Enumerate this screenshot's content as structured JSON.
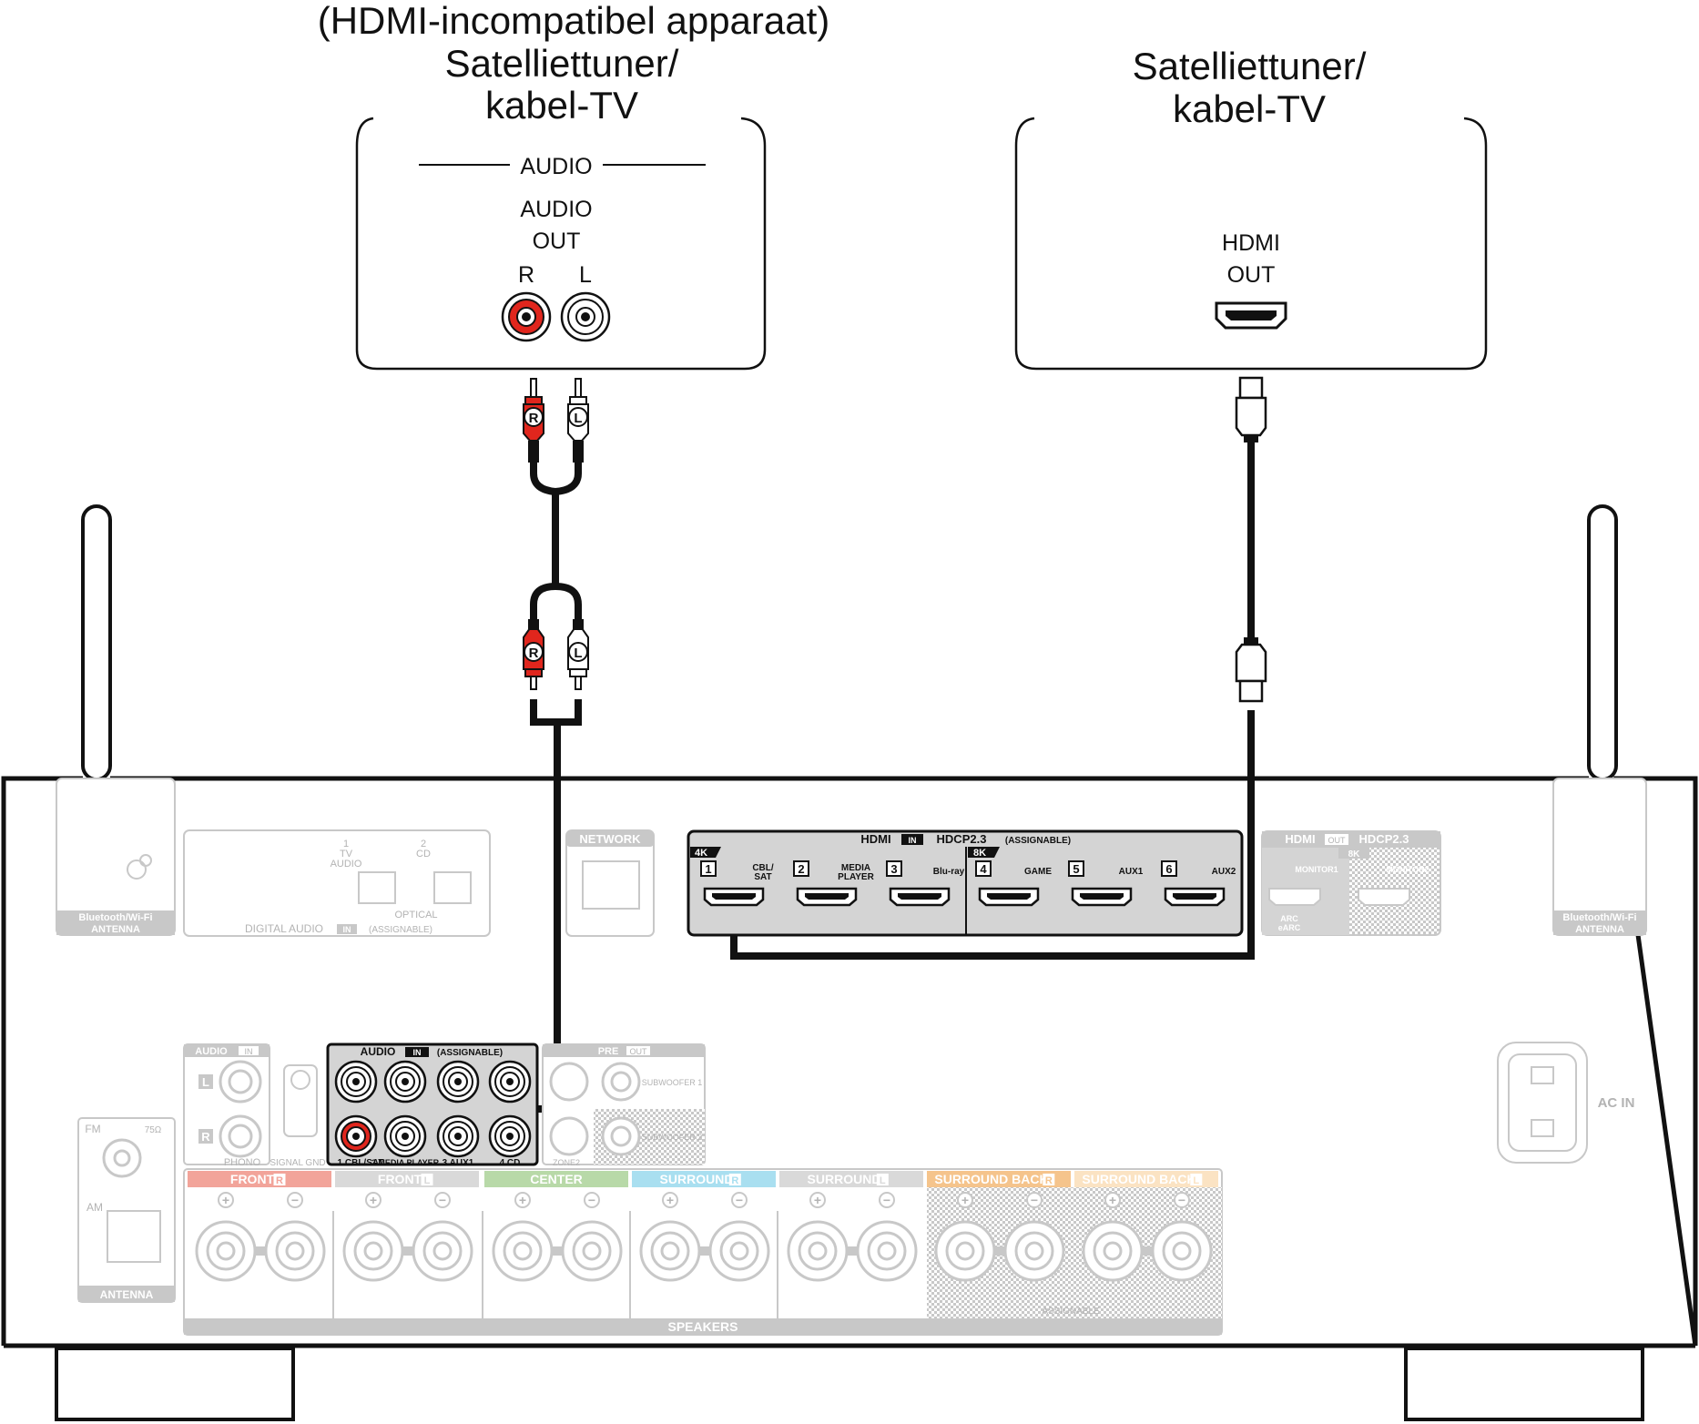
{
  "left_device": {
    "title_line1": "(HDMI-incompatibel apparaat)",
    "title_line2": "Satelliettuner/",
    "title_line3": "kabel-TV",
    "section": "AUDIO",
    "out_line1": "AUDIO",
    "out_line2": "OUT",
    "right_label": "R",
    "left_label": "L"
  },
  "right_device": {
    "title_line1": "Satelliettuner/",
    "title_line2": "kabel-TV",
    "out_line1": "HDMI",
    "out_line2": "OUT"
  },
  "cable": {
    "plug_r": "R",
    "plug_l": "L"
  },
  "receiver": {
    "antenna": {
      "line1": "Bluetooth/Wi-Fi",
      "line2": "ANTENNA"
    },
    "digital_audio": {
      "in1_num": "1",
      "in1_line1": "TV",
      "in1_line2": "AUDIO",
      "in2_num": "2",
      "in2_line1": "CD",
      "optical": "OPTICAL",
      "footer": "DIGITAL AUDIO",
      "footer_in": "IN",
      "footer_assign": "(ASSIGNABLE)"
    },
    "network": "NETWORK",
    "hdmi_in": {
      "title": "HDMI",
      "in": "IN",
      "hdcp": "HDCP2.3",
      "assign": "(ASSIGNABLE)",
      "badge_4k": "4K",
      "badge_8k": "8K",
      "ports": [
        {
          "num": "1",
          "label1": "CBL/",
          "label2": "SAT"
        },
        {
          "num": "2",
          "label1": "MEDIA",
          "label2": "PLAYER"
        },
        {
          "num": "3",
          "label1": "Blu-ray",
          "label2": ""
        },
        {
          "num": "4",
          "label1": "GAME",
          "label2": ""
        },
        {
          "num": "5",
          "label1": "AUX1",
          "label2": ""
        },
        {
          "num": "6",
          "label1": "AUX2",
          "label2": ""
        }
      ]
    },
    "hdmi_out": {
      "title": "HDMI",
      "out": "OUT",
      "hdcp": "HDCP2.3",
      "badge_8k": "8K",
      "monitor1": "MONITOR1",
      "monitor2": "MONITOR2",
      "arc1": "ARC",
      "arc2": "eARC"
    },
    "audio_in_block": {
      "title": "AUDIO",
      "in": "IN",
      "assign": "(ASSIGNABLE)",
      "labels": [
        "1 CBL/SAT",
        "2 MEDIA PLAYER",
        "3 AUX1",
        "4 CD"
      ]
    },
    "phono_block": {
      "title": "AUDIO",
      "in": "IN",
      "l": "L",
      "r": "R",
      "phono": "PHONO",
      "gnd": "SIGNAL GND"
    },
    "pre_out": {
      "title": "PRE",
      "out": "OUT",
      "sub1": "SUBWOOFER 1",
      "sub2": "SUBWOOFER 2",
      "zone2": "ZONE2"
    },
    "fm_am": {
      "fm": "FM",
      "ohm": "75Ω",
      "am": "AM",
      "label": "ANTENNA"
    },
    "ac_in": "AC IN",
    "speakers": {
      "title": "SPEAKERS",
      "assignable": "ASSIGNABLE",
      "groups": [
        {
          "label": "FRONT",
          "side": "R",
          "color": "#f2a49a"
        },
        {
          "label": "FRONT",
          "side": "L",
          "color": "#d9d9d9"
        },
        {
          "label": "CENTER",
          "side": "",
          "color": "#b8d9a8"
        },
        {
          "label": "SURROUND",
          "side": "R",
          "color": "#a9dff0"
        },
        {
          "label": "SURROUND",
          "side": "L",
          "color": "#d9d9d9"
        },
        {
          "label": "SURROUND BACK",
          "side": "R",
          "color": "#f5c48c"
        },
        {
          "label": "SURROUND BACK",
          "side": "L",
          "color": "#fbe3c3"
        }
      ]
    }
  }
}
